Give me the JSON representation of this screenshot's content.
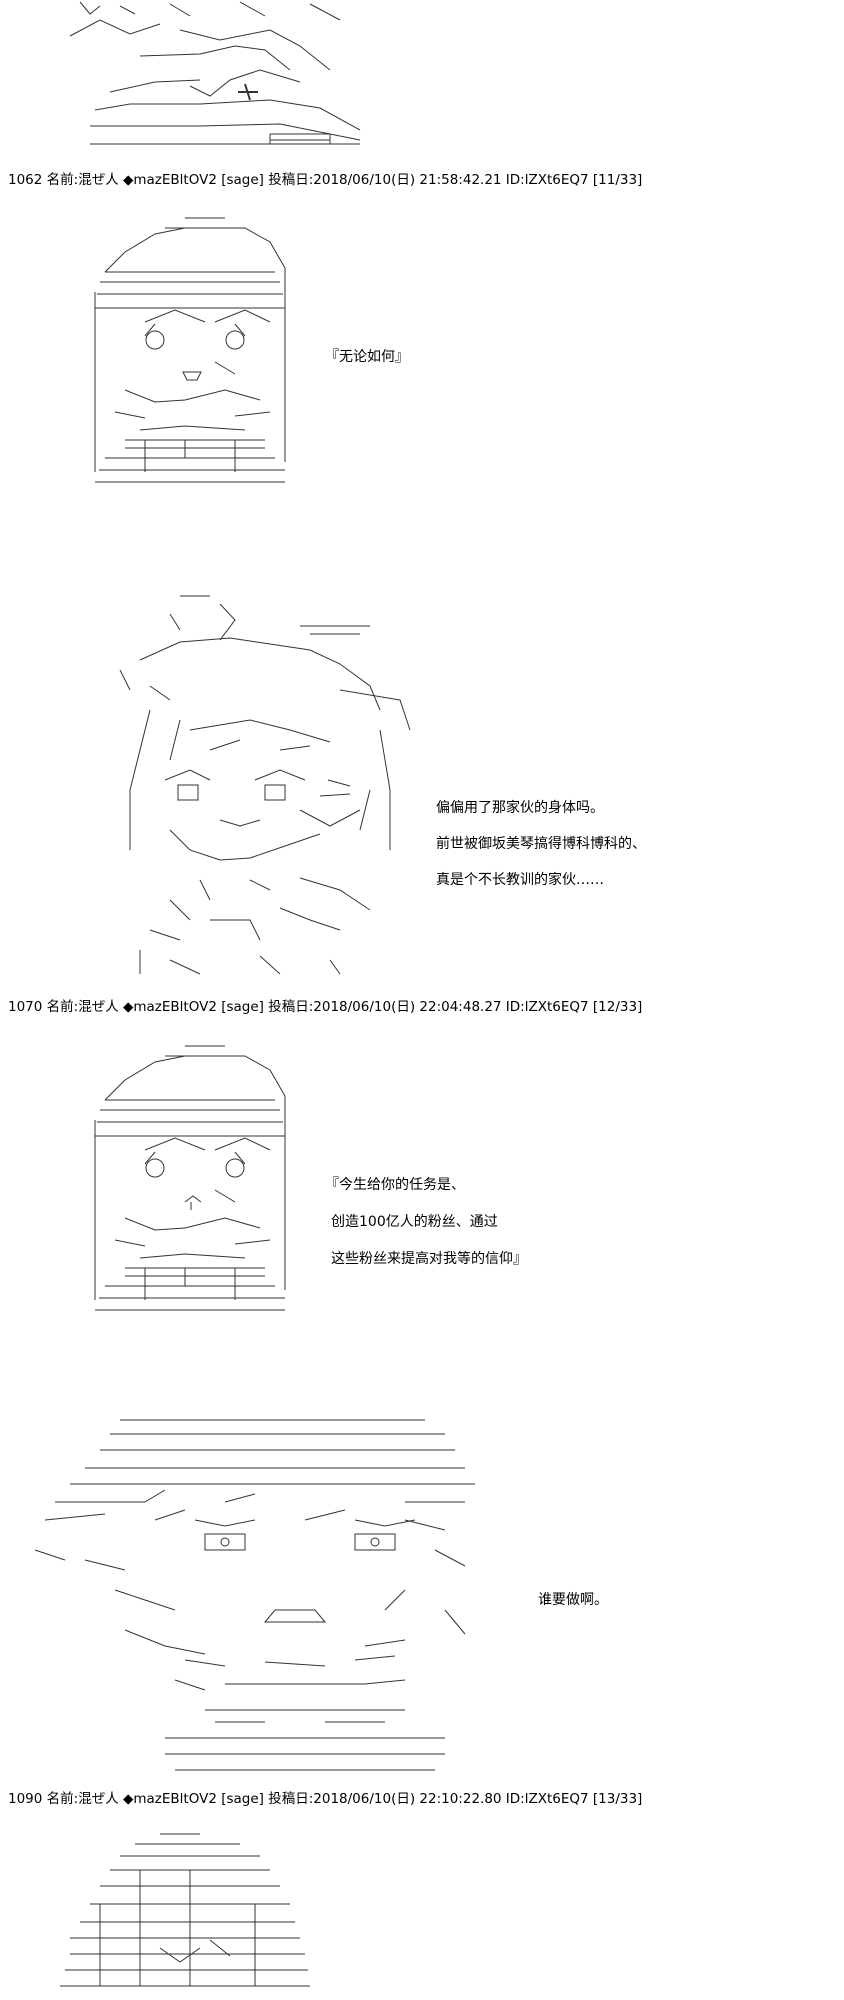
{
  "posts": [
    {
      "header": "1062 名前:混ぜ人 ◆mazEBltOV2 [sage] 投稿日:2018/06/10(日) 21:58:42.21 ID:lZXt6EQ7 [11/33]",
      "lines": [
        "『无论如何』"
      ]
    },
    {
      "lines": [
        "偏偏用了那家伙的身体吗。",
        "前世被御坂美琴搞得博科博科的、",
        "真是个不长教训的家伙……"
      ]
    },
    {
      "header": "1070 名前:混ぜ人 ◆mazEBltOV2 [sage] 投稿日:2018/06/10(日) 22:04:48.27 ID:lZXt6EQ7 [12/33]",
      "lines": [
        "『今生给你的任务是、",
        "创造100亿人的粉丝、通过",
        "这些粉丝来提高对我等的信仰』"
      ]
    },
    {
      "lines": [
        "谁要做啊。"
      ]
    },
    {
      "header": "1090 名前:混ぜ人 ◆mazEBltOV2 [sage] 投稿日:2018/06/10(日) 22:10:22.80 ID:lZXt6EQ7 [13/33]"
    }
  ]
}
